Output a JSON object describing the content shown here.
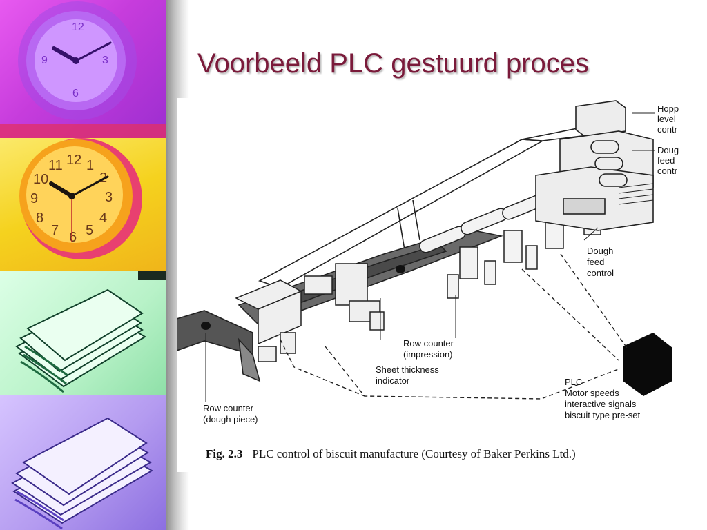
{
  "slide": {
    "title": "Voorbeeld PLC gestuurd proces"
  },
  "figure": {
    "labels": {
      "hopper_level_control": [
        "Hopp",
        "level",
        "contr"
      ],
      "dough_feed_control_top": [
        "Doug",
        "feed",
        "contr"
      ],
      "dough_feed_control": [
        "Dough",
        "feed",
        "control"
      ],
      "row_counter_impression": [
        "Row counter",
        "(impression)"
      ],
      "sheet_thickness_indicator": [
        "Sheet thickness",
        "indicator"
      ],
      "row_counter_dough_piece": [
        "Row counter",
        "(dough piece)"
      ],
      "plc_block": [
        "PLC",
        "Motor speeds",
        "interactive signals",
        "biscuit type pre-set"
      ]
    },
    "caption_number": "Fig. 2.3",
    "caption_text": "PLC control of biscuit manufacture (Courtesy of Baker Perkins Ltd.)"
  },
  "colors": {
    "title": "#7a1a3a",
    "strip_magenta": "#c83cd8",
    "strip_yellow": "#f5d21e",
    "strip_green": "#b8f2c8",
    "strip_violet": "#b49bf0",
    "plc_block": "#0a0a0a"
  },
  "icons": [
    "wall-clock-icon",
    "wall-clock-icon",
    "paper-stack-icon",
    "paper-stack-icon"
  ]
}
